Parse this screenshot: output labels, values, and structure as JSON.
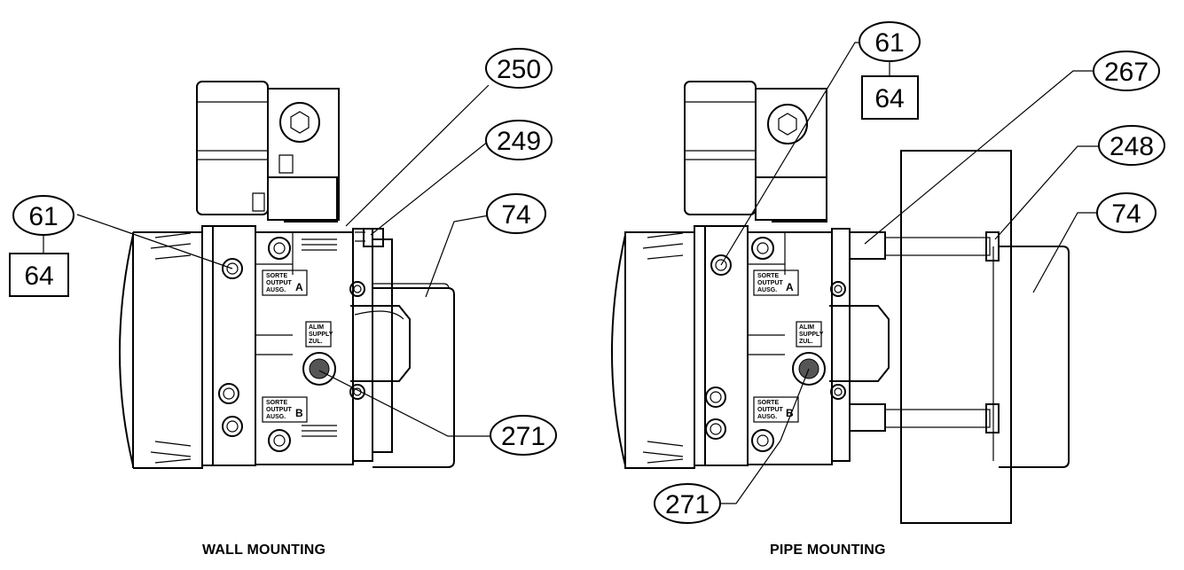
{
  "figures": [
    {
      "caption": "WALL MOUNTING",
      "callouts": [
        "61",
        "64",
        "250",
        "249",
        "74",
        "271"
      ]
    },
    {
      "caption": "PIPE MOUNTING",
      "callouts": [
        "61",
        "64",
        "267",
        "248",
        "74",
        "271"
      ]
    }
  ],
  "port_labels": {
    "output_a": [
      "SORTE",
      "OUTPUT",
      "AUSG."
    ],
    "output_a_letter": "A",
    "output_b": [
      "SORTE",
      "OUTPUT",
      "AUSG."
    ],
    "output_b_letter": "B",
    "supply": [
      "ALIM",
      "SUPPLY",
      "ZUL."
    ]
  }
}
